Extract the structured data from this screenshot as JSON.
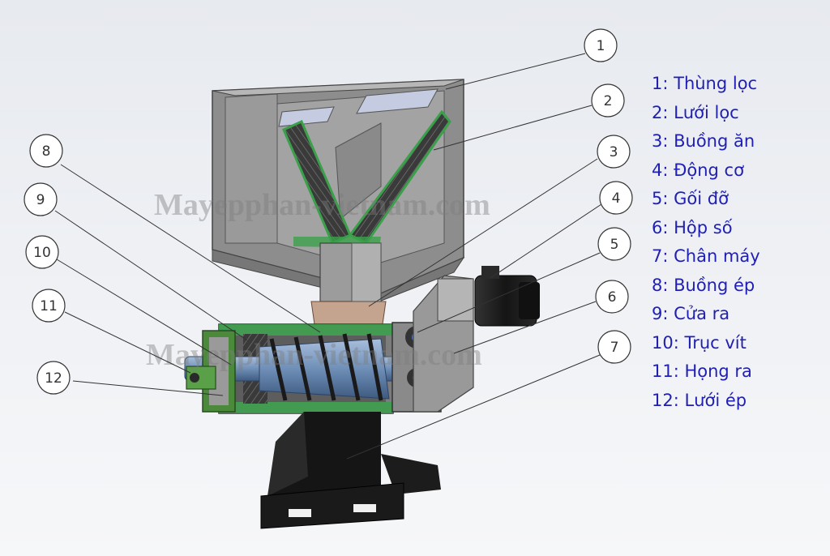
{
  "watermark": "Mayepphan-vietnam.com",
  "parts": [
    {
      "num": "1",
      "label": "1: Thùng lọc"
    },
    {
      "num": "2",
      "label": "2: Lưới lọc"
    },
    {
      "num": "3",
      "label": "3: Buồng ăn"
    },
    {
      "num": "4",
      "label": "4: Động cơ"
    },
    {
      "num": "5",
      "label": "5: Gối đỡ"
    },
    {
      "num": "6",
      "label": "6: Hộp số"
    },
    {
      "num": "7",
      "label": "7: Chân máy"
    },
    {
      "num": "8",
      "label": "8: Buồng ép"
    },
    {
      "num": "9",
      "label": "9: Cửa ra"
    },
    {
      "num": "10",
      "label": "10: Trục vít"
    },
    {
      "num": "11",
      "label": "11: Họng ra"
    },
    {
      "num": "12",
      "label": "12: Lưới ép"
    }
  ],
  "colors": {
    "legend_text": "#1f1fb4",
    "housing": "#8c8c8c",
    "screen": "#2a2a2a",
    "screen_frame": "#3aa04a",
    "shaft": "#6f8fb8",
    "feed": "#c4a48e",
    "motor": "#1c1c1c",
    "base": "#1a1a1a"
  }
}
